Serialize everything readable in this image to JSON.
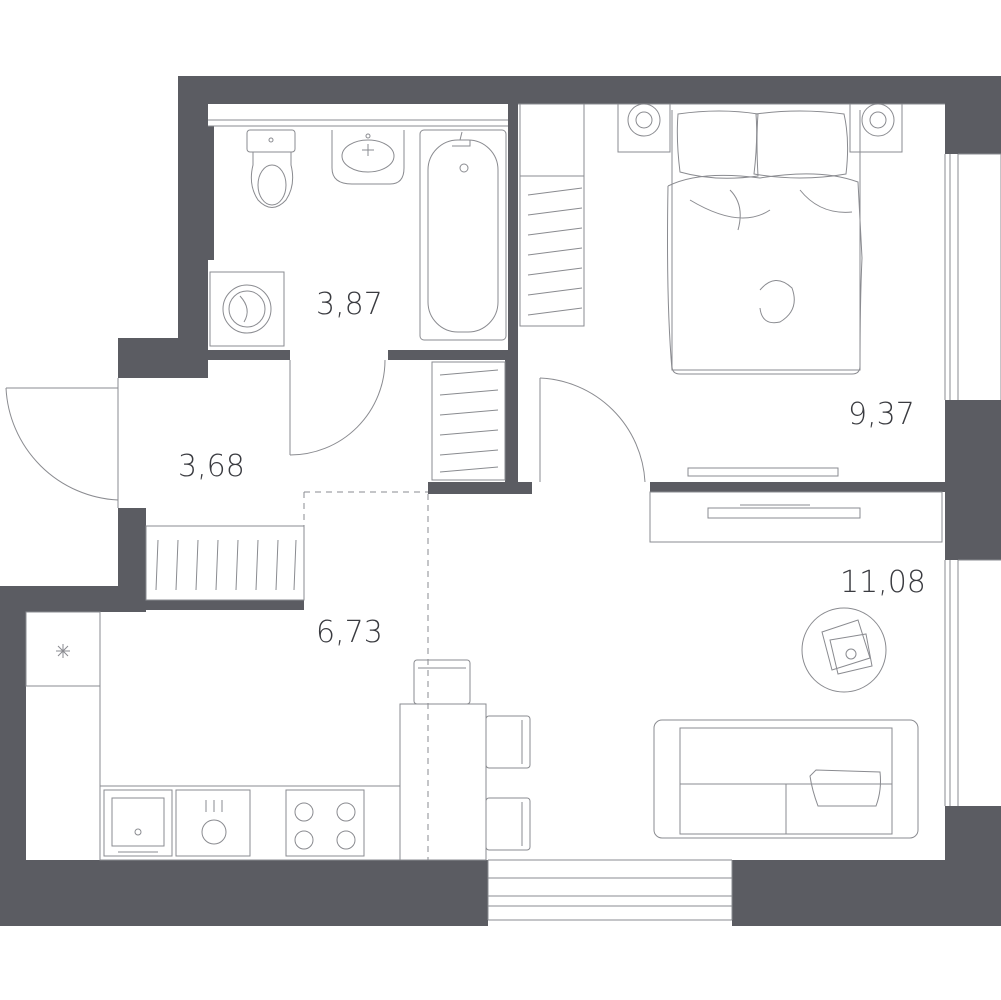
{
  "colors": {
    "wall": "#5b5c62",
    "line": "#8a8b90",
    "text": "#3a3b40",
    "background": "#ffffff"
  },
  "rooms": [
    {
      "id": "bathroom",
      "area": "3,87"
    },
    {
      "id": "hallway",
      "area": "3,68"
    },
    {
      "id": "bedroom",
      "area": "9,37"
    },
    {
      "id": "living",
      "area": "11,08"
    },
    {
      "id": "kitchen",
      "area": "6,73"
    }
  ]
}
